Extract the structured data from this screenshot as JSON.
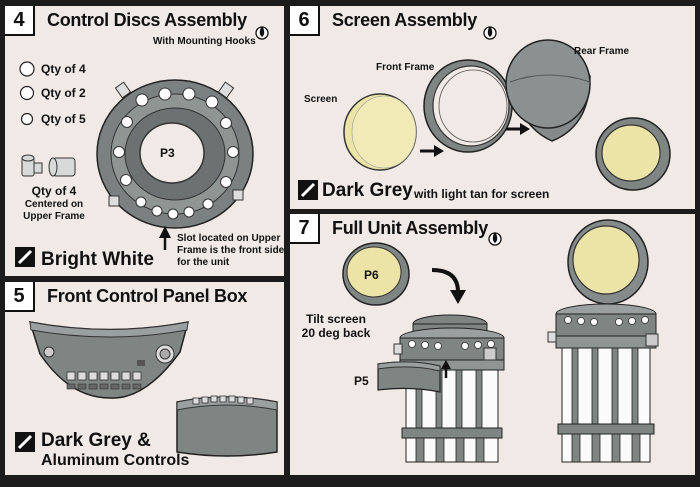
{
  "section4": {
    "number": "4",
    "title": "Control Discs Assembly",
    "subtitle": "With Mounting Hooks",
    "qty": [
      "Qty of 4",
      "Qty of 2",
      "Qty of 5"
    ],
    "note_qty": "Qty of 4",
    "note_center_1": "Centered on",
    "note_center_2": "Upper Frame",
    "part_label": "P3",
    "slot_note_1": "Slot located on Upper",
    "slot_note_2": "Frame is the front side",
    "slot_note_3": "for the unit",
    "paint": "Bright White"
  },
  "section5": {
    "number": "5",
    "title": "Front Control Panel Box",
    "paint_1": "Dark Grey &",
    "paint_2": "Aluminum Controls"
  },
  "section6": {
    "number": "6",
    "title": "Screen Assembly",
    "screen": "Screen",
    "front_frame": "Front Frame",
    "rear_frame": "Rear Frame",
    "paint": "Dark Grey",
    "paint_note": "with light tan for screen"
  },
  "section7": {
    "number": "7",
    "title": "Full Unit Assembly",
    "part_p6": "P6",
    "tilt_1": "Tilt screen",
    "tilt_2": "20 deg back",
    "part_p5": "P5"
  },
  "colors": {
    "panel_bg": "#f0e9e6",
    "border": "#1c1c1c",
    "tan": "#ece3a6",
    "grey": "#7e8583"
  }
}
